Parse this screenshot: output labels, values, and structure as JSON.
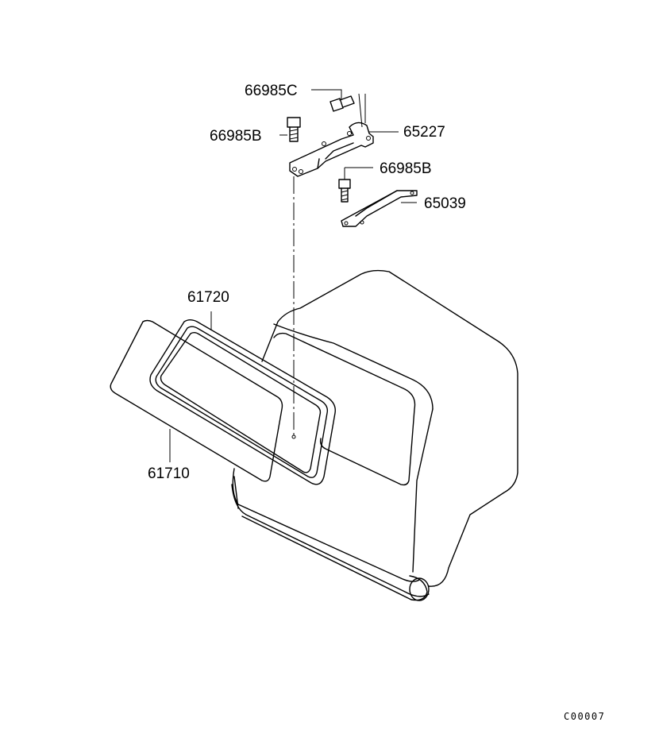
{
  "callouts": [
    {
      "id": "part-66985c",
      "text": "66985C"
    },
    {
      "id": "part-65227",
      "text": "65227"
    },
    {
      "id": "part-66985b-upper",
      "text": "66985B"
    },
    {
      "id": "part-66985b-lower",
      "text": "66985B"
    },
    {
      "id": "part-65039",
      "text": "65039"
    },
    {
      "id": "part-61720",
      "text": "61720"
    },
    {
      "id": "part-61710",
      "text": "61710"
    }
  ],
  "reference_code": "C00007"
}
